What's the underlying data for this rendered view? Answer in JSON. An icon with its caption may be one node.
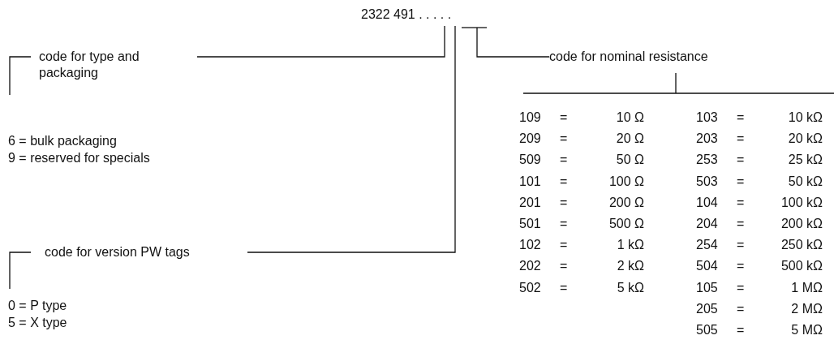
{
  "diagram": {
    "nodes": [
      {
        "text": [
          "2322 491 . . . . ."
        ]
      },
      {
        "text": [
          "code for type and packaging"
        ]
      },
      {
        "text": [
          "code for version PW tags"
        ]
      },
      {
        "text": [
          "code for nominal resistance"
        ]
      }
    ],
    "edges": [
      {
        "from": 1,
        "to": 0,
        "arrow": "none"
      },
      {
        "from": 2,
        "to": 0,
        "arrow": "none"
      },
      {
        "from": 3,
        "to": 0,
        "arrow": "none"
      }
    ],
    "labels": [
      "6 = bulk packaging",
      "9 = reserved for specials",
      "109",
      "=",
      "10 Ω",
      "103",
      "=",
      "10 kΩ",
      "209",
      "=",
      "20 Ω",
      "203",
      "=",
      "20 kΩ",
      "509",
      "=",
      "50 Ω",
      "253",
      "=",
      "25 kΩ",
      "101",
      "=",
      "100 Ω",
      "503",
      "=",
      "50 kΩ",
      "201",
      "=",
      "200 Ω",
      "104",
      "=",
      "100 kΩ",
      "501",
      "=",
      "500 Ω",
      "204",
      "=",
      "200 kΩ",
      "102",
      "=",
      "1 kΩ",
      "254",
      "=",
      "250 kΩ",
      "202",
      "=",
      "2 kΩ",
      "504",
      "=",
      "500 kΩ",
      "502",
      "=",
      "5 kΩ",
      "105",
      "=",
      "1 MΩ",
      "205",
      "=",
      "2 MΩ",
      "505",
      "=",
      "5 MΩ",
      "0 = P type",
      "5 = X type"
    ]
  }
}
